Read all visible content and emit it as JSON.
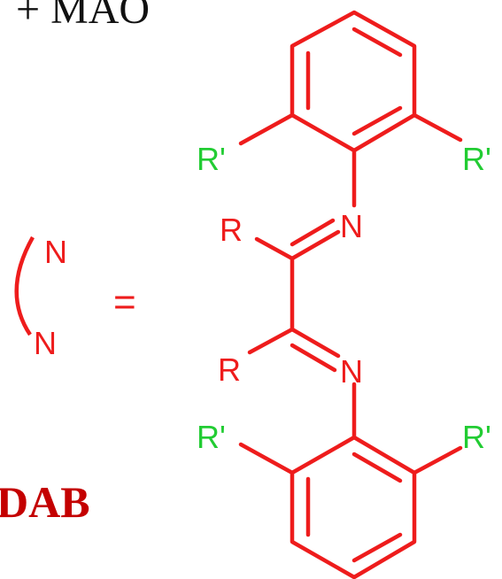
{
  "header": {
    "text": "+ MAO"
  },
  "chelate": {
    "top_atom": "N",
    "bottom_atom": "N",
    "equals": "="
  },
  "ligand_name": "DAB",
  "molecule": {
    "r_upper": "R",
    "r_lower": "R",
    "n_upper": "N",
    "n_lower": "N",
    "rp_upper_left": "R'",
    "rp_upper_right": "R'",
    "rp_lower_left": "R'",
    "rp_lower_right": "R'"
  },
  "colors": {
    "bond": "#ee1c1c",
    "substituent": "#22cc33",
    "label": "#c40000",
    "text": "#111111"
  }
}
